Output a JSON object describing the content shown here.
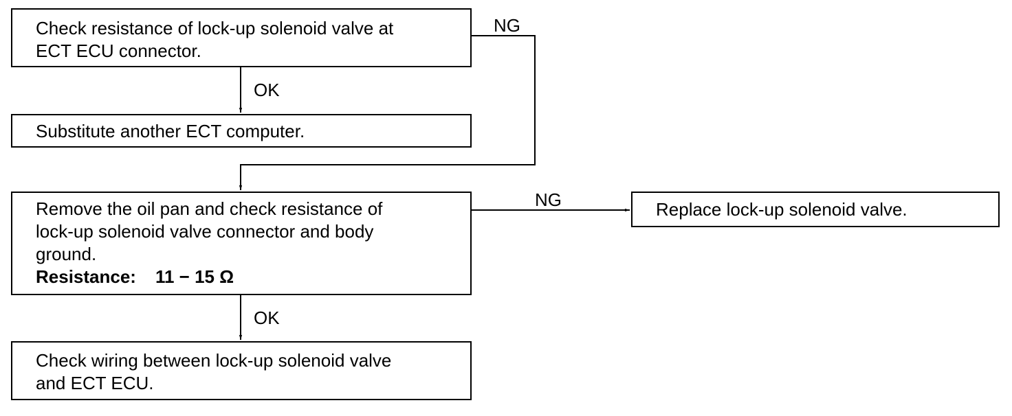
{
  "steps": {
    "check_resistance_ecu": {
      "lines": [
        "Check resistance of lock-up solenoid valve at",
        "ECT ECU connector."
      ]
    },
    "substitute_computer": {
      "lines": [
        "Substitute another ECT computer."
      ]
    },
    "remove_oil_pan": {
      "lines": [
        "Remove the oil pan and check resistance of",
        "lock-up solenoid valve connector and body",
        "ground."
      ],
      "spec_label": "Resistance:",
      "spec_value": "11 − 15 Ω"
    },
    "replace_solenoid": {
      "lines": [
        "Replace lock-up solenoid valve."
      ]
    },
    "check_wiring": {
      "lines": [
        "Check wiring between lock-up solenoid valve",
        "and ECT ECU."
      ]
    }
  },
  "edges": {
    "ng_1": "NG",
    "ok_1": "OK",
    "ng_2": "NG",
    "ok_2": "OK"
  }
}
